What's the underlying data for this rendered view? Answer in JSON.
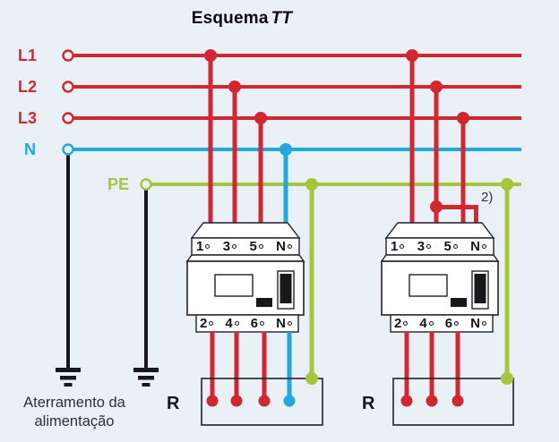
{
  "title": {
    "prefix": "Esquema",
    "scheme": "TT"
  },
  "palette": {
    "background": "#eaf1f6",
    "phase": "#d22731",
    "neutral": "#22a7e0",
    "pe": "#a4c63c",
    "earth": "#17171c",
    "outline": "#232028",
    "text": "#24242e"
  },
  "buses": [
    {
      "id": "L1",
      "label": "L1",
      "color": "#d22731"
    },
    {
      "id": "L2",
      "label": "L2",
      "color": "#d22731"
    },
    {
      "id": "L3",
      "label": "L3",
      "color": "#d22731"
    },
    {
      "id": "N",
      "label": "N",
      "color": "#22a7e0"
    },
    {
      "id": "PE",
      "label": "PE",
      "color": "#a4c63c"
    }
  ],
  "devices": [
    {
      "name": "left-meter",
      "top_terminals": [
        "1",
        "3",
        "5",
        "N"
      ],
      "bottom_terminals": [
        "2",
        "4",
        "6",
        "N"
      ]
    },
    {
      "name": "right-meter",
      "top_terminals": [
        "1",
        "3",
        "5",
        "N"
      ],
      "bottom_terminals": [
        "2",
        "4",
        "6",
        "N"
      ]
    }
  ],
  "loads": [
    {
      "label": "R"
    },
    {
      "label": "R"
    }
  ],
  "note": {
    "label": "2)"
  },
  "caption": {
    "line1": "Aterramento da",
    "line2": "alimentação"
  }
}
